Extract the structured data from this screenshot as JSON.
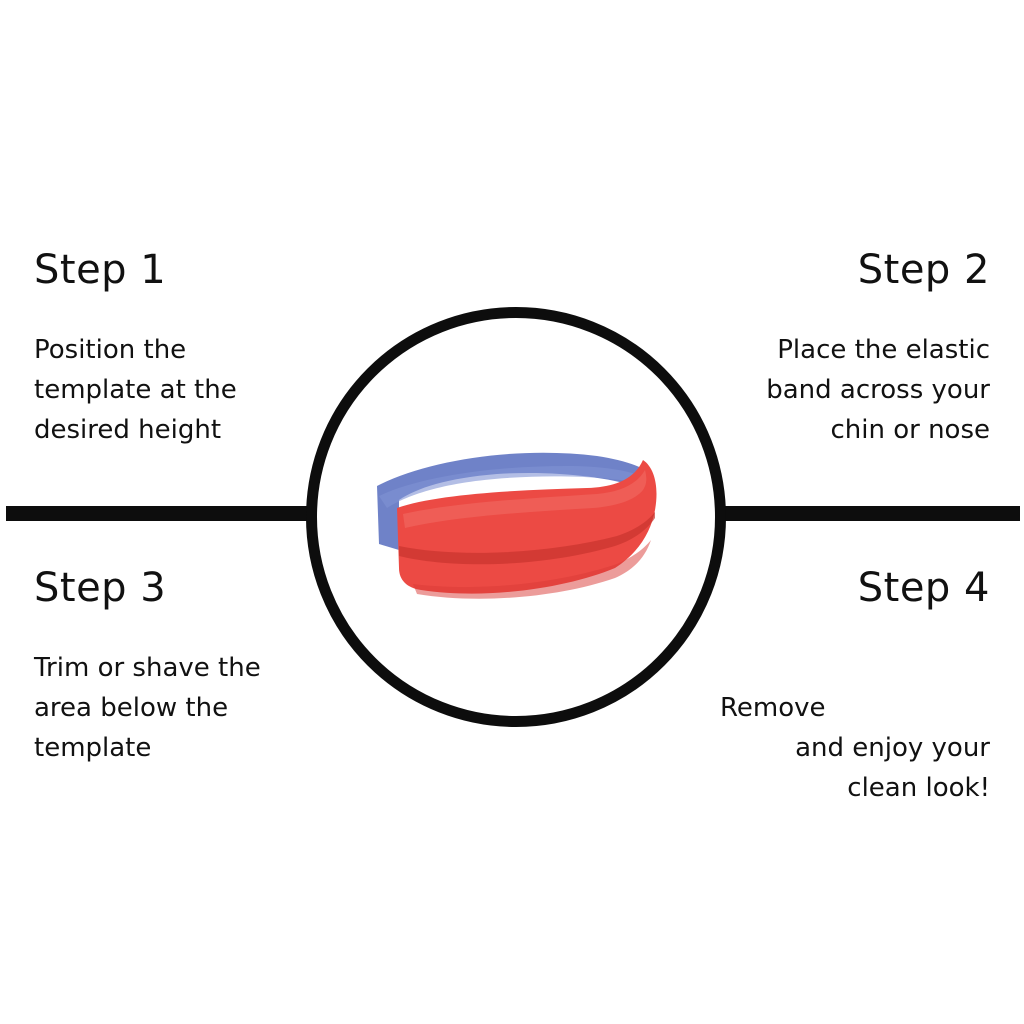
{
  "steps": [
    {
      "title": "Step 1",
      "description": "Position the\ntemplate at the\ndesired height"
    },
    {
      "title": "Step 2",
      "description": "Place the elastic\nband across your\nchin or nose"
    },
    {
      "title": "Step 3",
      "description": "Trim or shave the\narea below the\ntemplate"
    },
    {
      "title": "Step 4",
      "description": "and enjoy your\nclean look!",
      "description_first_line": "Remove"
    }
  ],
  "colors": {
    "line": "#0d0d0d",
    "band": "#6f82c8",
    "template": "#ec4a44"
  },
  "image": {
    "name": "template-with-elastic-band"
  }
}
